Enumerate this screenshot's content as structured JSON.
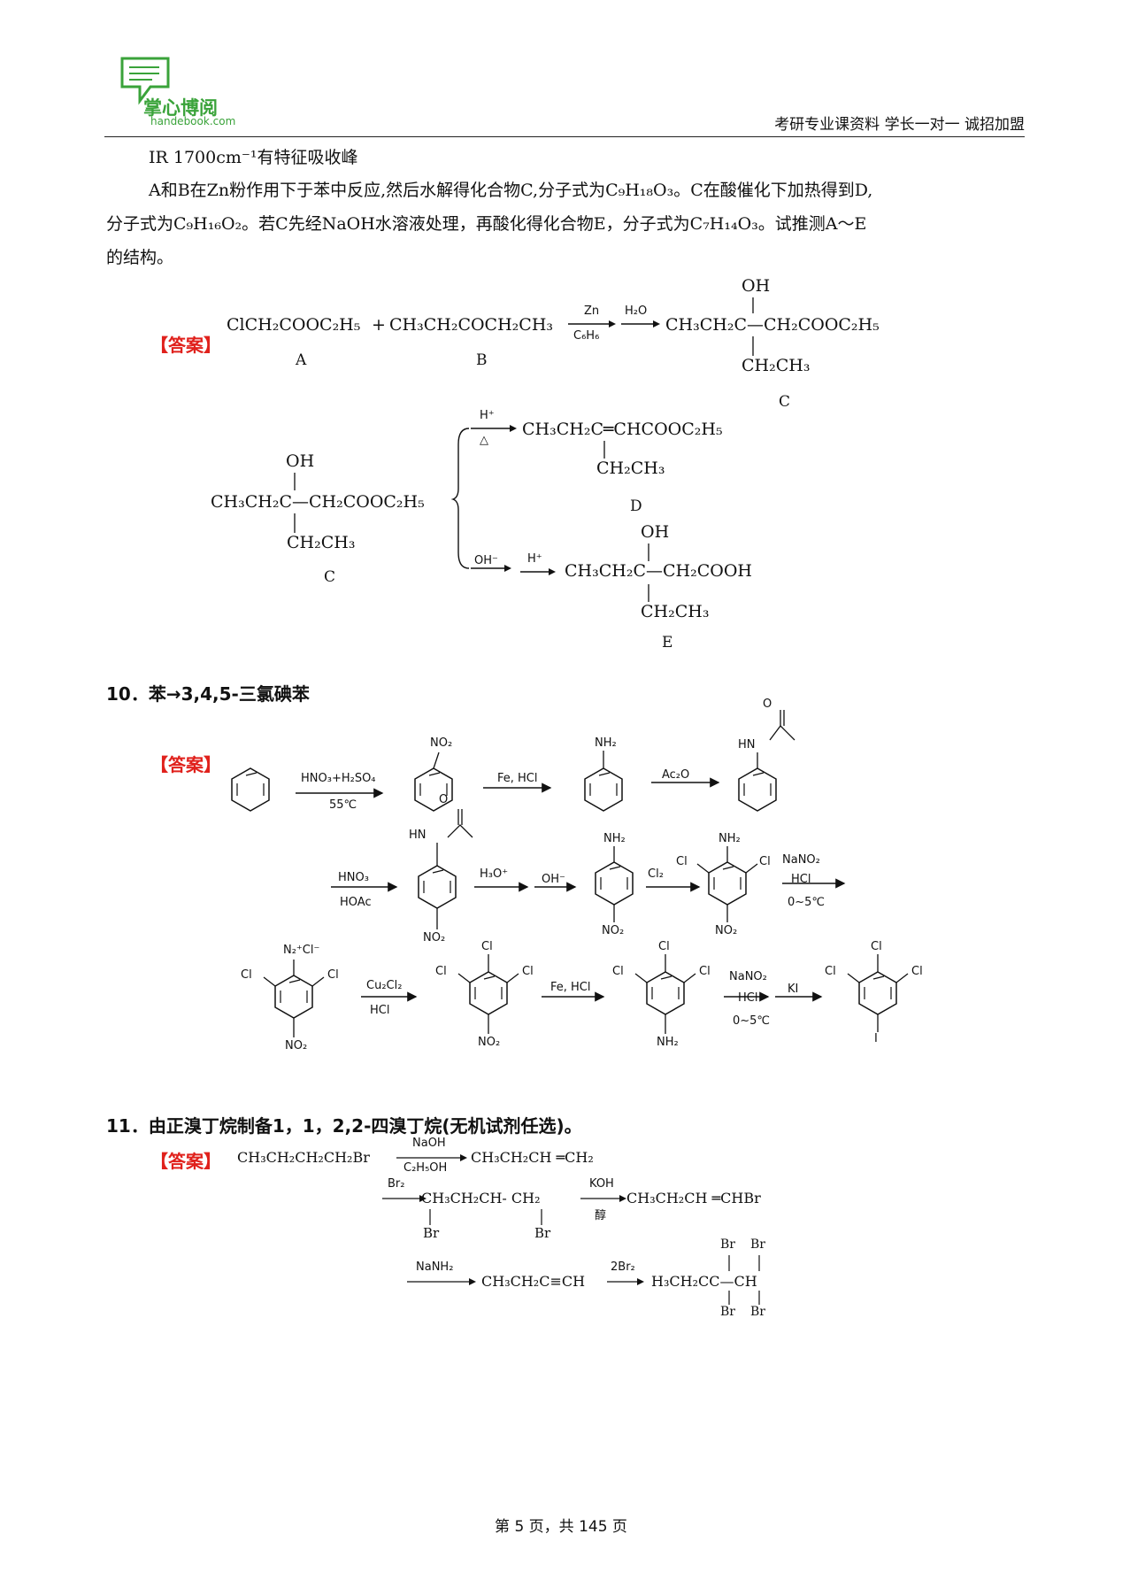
{
  "header": {
    "logo_name": "掌心博阅",
    "logo_url": "handebook.com",
    "tagline": "考研专业课资料  学长一对一  诚招加盟"
  },
  "intro": {
    "ir_line": "IR    1700cm⁻¹有特征吸收峰",
    "para_1": "A和B在Zn粉作用下于苯中反应,然后水解得化合物C,分子式为C₉H₁₈O₃。C在酸催化下加热得到D,",
    "para_2": "分子式为C₉H₁₆O₂。若C先经NaOH水溶液处理，再酸化得化合物E，分子式为C₇H₁₄O₃。试推测A～E",
    "para_3": "的结构。"
  },
  "answer_label": "【答案】",
  "q9": {
    "reactant_a": "ClCH₂COOC₂H₅",
    "plus": "+",
    "reactant_b": "CH₃CH₂COCH₂CH₃",
    "label_a": "A",
    "label_b": "B",
    "zn": "Zn",
    "benzene": "C₆H₆",
    "water": "H₂O",
    "oh": "OH",
    "c_main": "CH₃CH₂C—CH₂COOC₂H₅",
    "c_branch": "CH₂CH₃",
    "label_c": "C",
    "h_plus": "H⁺",
    "delta": "△",
    "oh_minus": "OH⁻",
    "d_main": "CH₃CH₂C═CHCOOC₂H₅",
    "label_d": "D",
    "e_main": "CH₃CH₂C—CH₂COOH",
    "label_e": "E"
  },
  "q10": {
    "title": "10．苯→3,4,5-三氯碘苯",
    "nitration": "HNO₃+H₂SO₄",
    "temp55": "55℃",
    "no2": "NO₂",
    "fe_hcl": "Fe, HCl",
    "nh2": "NH₂",
    "ac2o": "Ac₂O",
    "hn": "HN",
    "o": "O",
    "hno3": "HNO₃",
    "hoac": "HOAc",
    "h3o": "H₃O⁺",
    "ohm": "OH⁻",
    "cl2": "Cl₂",
    "cl": "Cl",
    "nano2": "NaNO₂",
    "hcl": "HCl",
    "temp05": "0~5℃",
    "diazo": "N₂⁺Cl⁻",
    "cucl": "Cu₂Cl₂",
    "ki": "KI",
    "i": "I"
  },
  "q11": {
    "title": "11．由正溴丁烷制备1，1，2,2-四溴丁烷(无机试剂任选)。",
    "start": "CH₃CH₂CH₂CH₂Br",
    "naoh": "NaOH",
    "ethanol": "C₂H₅OH",
    "alkene": "CH₃CH₂CH ═CH₂",
    "br2": "Br₂",
    "dibromide": "CH₃CH₂CH- CH₂",
    "br": "Br",
    "koh": "KOH",
    "alcohol": "醇",
    "vinyl": "CH₃CH₂CH ═CHBr",
    "nanh2": "NaNH₂",
    "alkyne": "CH₃CH₂C≡CH",
    "br2x2": "2Br₂",
    "product": "H₃CH₂CC—CH"
  },
  "footer": {
    "page": "第 5 页，共 145 页"
  }
}
